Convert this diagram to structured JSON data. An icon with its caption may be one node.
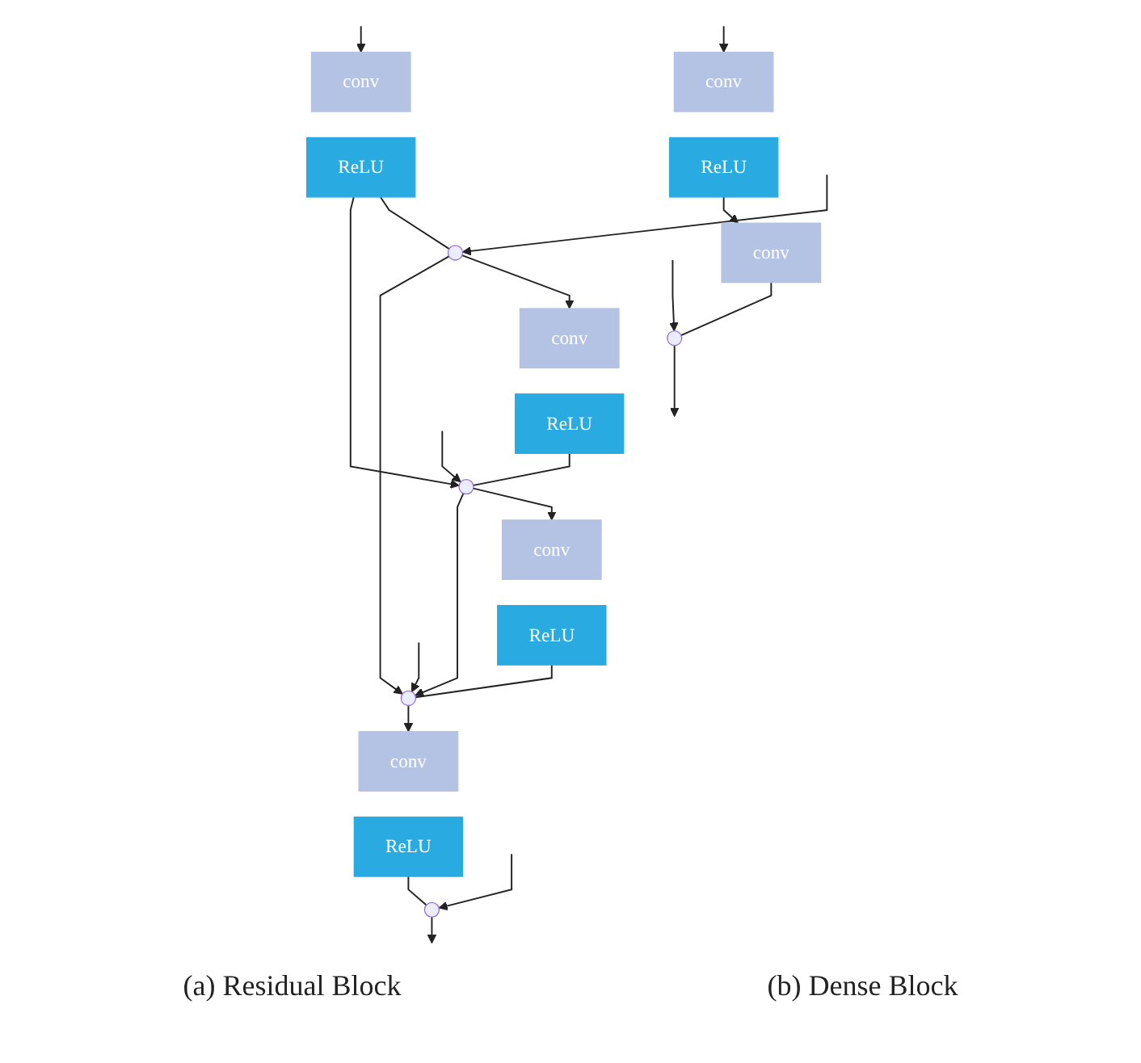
{
  "diagram": {
    "nodes": [
      {
        "text": [
          "conv"
        ]
      },
      {
        "text": [
          "ReLU"
        ]
      },
      {
        "text": [
          "conv"
        ]
      },
      {
        "text": [],
        "shape": "dot"
      },
      {
        "text": [
          "conv"
        ]
      },
      {
        "text": [
          "ReLU"
        ]
      },
      {
        "text": [
          "conv"
        ]
      },
      {
        "text": [
          "ReLU"
        ]
      },
      {
        "text": [
          "conv"
        ]
      },
      {
        "text": [
          "ReLU"
        ]
      },
      {
        "text": [
          "conv"
        ]
      },
      {
        "text": [
          "ReLU"
        ]
      },
      {
        "text": [],
        "shape": "dot"
      },
      {
        "text": [],
        "shape": "dot"
      },
      {
        "text": [],
        "shape": "dot"
      },
      {
        "text": [],
        "shape": "dot"
      }
    ],
    "edges": [
      {
        "from": null,
        "to": 0,
        "arrow": "to"
      },
      {
        "from": 1,
        "to": 2,
        "arrow": "to"
      },
      {
        "from": 2,
        "to": 3,
        "arrow": "none"
      },
      {
        "from": null,
        "to": 3,
        "arrow": "to"
      },
      {
        "from": 3,
        "to": null,
        "arrow": "to"
      },
      {
        "from": null,
        "to": 4,
        "arrow": "to"
      },
      {
        "from": 5,
        "to": 12,
        "arrow": "none"
      },
      {
        "from": null,
        "to": 12,
        "arrow": "to"
      },
      {
        "from": 12,
        "to": 6,
        "arrow": "to"
      },
      {
        "from": 7,
        "to": 13,
        "arrow": "none"
      },
      {
        "from": null,
        "to": 13,
        "arrow": "to"
      },
      {
        "from": 5,
        "to": 13,
        "arrow": "to"
      },
      {
        "from": 13,
        "to": 8,
        "arrow": "to"
      },
      {
        "from": 9,
        "to": 14,
        "arrow": "none"
      },
      {
        "from": null,
        "to": 14,
        "arrow": "to"
      },
      {
        "from": 12,
        "to": 14,
        "arrow": "to"
      },
      {
        "from": 13,
        "to": 14,
        "arrow": "to"
      },
      {
        "from": 14,
        "to": 10,
        "arrow": "to"
      },
      {
        "from": 11,
        "to": 15,
        "arrow": "none"
      },
      {
        "from": null,
        "to": 15,
        "arrow": "to"
      },
      {
        "from": 15,
        "to": null,
        "arrow": "to"
      }
    ],
    "labels": [
      "(a) Residual Block",
      "(b) Dense Block"
    ]
  }
}
